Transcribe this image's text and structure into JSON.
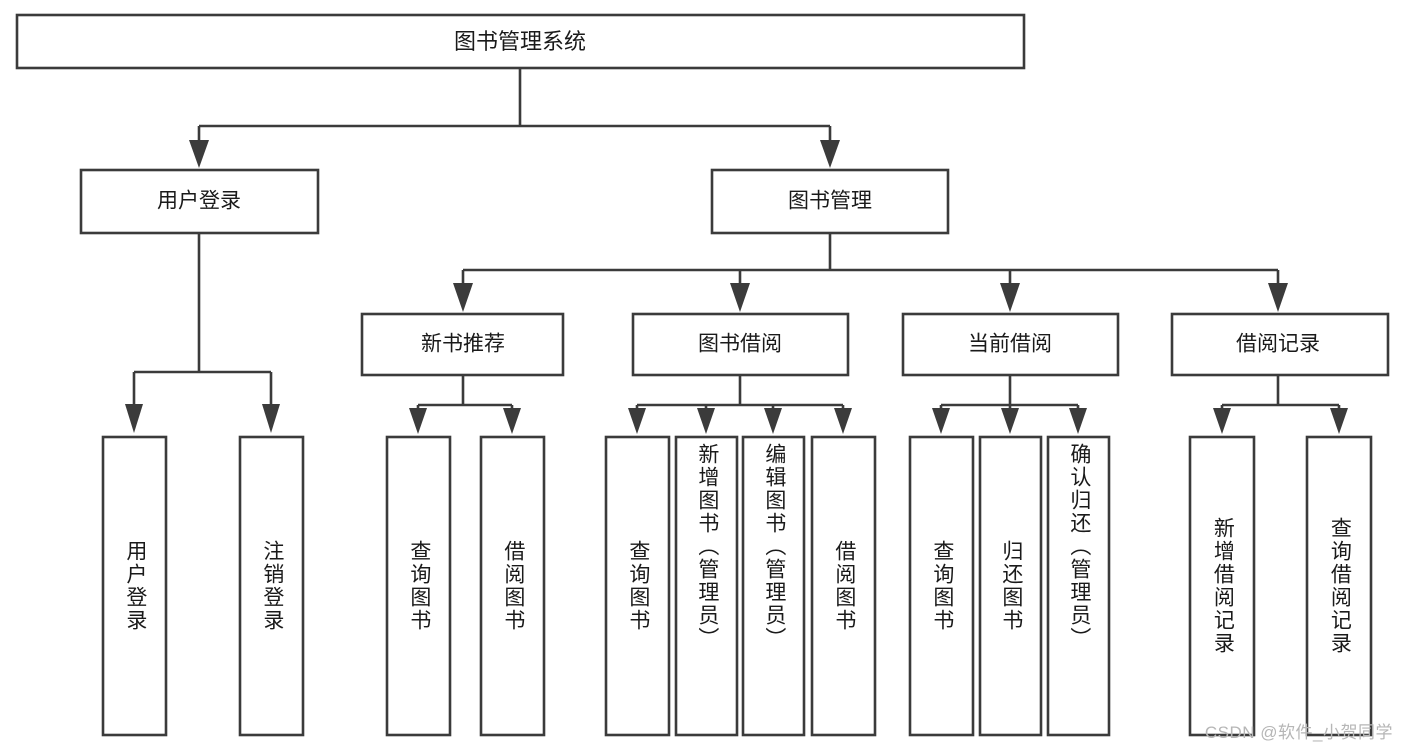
{
  "diagram": {
    "type": "hierarchy-tree",
    "title": "图书管理系统",
    "watermark": "CSDN @软件_小贺同学",
    "colors": {
      "stroke": "#3b3b3b",
      "fill": "#ffffff",
      "text": "#1a1a1a",
      "watermark": "#b6b6b6",
      "background": "#ffffff"
    },
    "root": {
      "label": "图书管理系统"
    },
    "level2": [
      {
        "label": "用户登录"
      },
      {
        "label": "图书管理"
      }
    ],
    "level3": [
      {
        "label": "新书推荐"
      },
      {
        "label": "图书借阅"
      },
      {
        "label": "当前借阅"
      },
      {
        "label": "借阅记录"
      }
    ],
    "leaves": {
      "user_login": [
        {
          "label": "用户登录"
        },
        {
          "label": "注销登录"
        }
      ],
      "new_book_recommend": [
        {
          "label": "查询图书"
        },
        {
          "label": "借阅图书"
        }
      ],
      "book_borrow": [
        {
          "label": "查询图书"
        },
        {
          "label": "新增图书（管理员）"
        },
        {
          "label": "编辑图书（管理员）"
        },
        {
          "label": "借阅图书"
        }
      ],
      "current_borrow": [
        {
          "label": "查询图书"
        },
        {
          "label": "归还图书"
        },
        {
          "label": "确认归还（管理员）"
        }
      ],
      "borrow_record": [
        {
          "label": "新增借阅记录"
        },
        {
          "label": "查询借阅记录"
        }
      ]
    }
  }
}
